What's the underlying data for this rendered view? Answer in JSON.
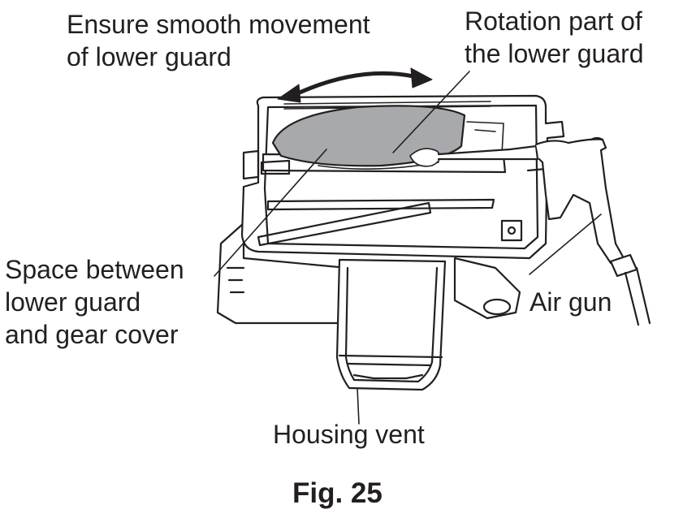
{
  "labels": {
    "ensure_line1": "Ensure smooth movement",
    "ensure_line2": "of lower guard",
    "rotation_line1": "Rotation part of",
    "rotation_line2": "the lower guard",
    "space_line1": "Space between",
    "space_line2": "lower guard",
    "space_line3": "and gear cover",
    "air_gun": "Air gun",
    "housing_vent": "Housing vent"
  },
  "figure_caption": "Fig. 25",
  "colors": {
    "ink": "#231f20",
    "guard_fill": "#a7a9ac",
    "background": "#ffffff"
  }
}
